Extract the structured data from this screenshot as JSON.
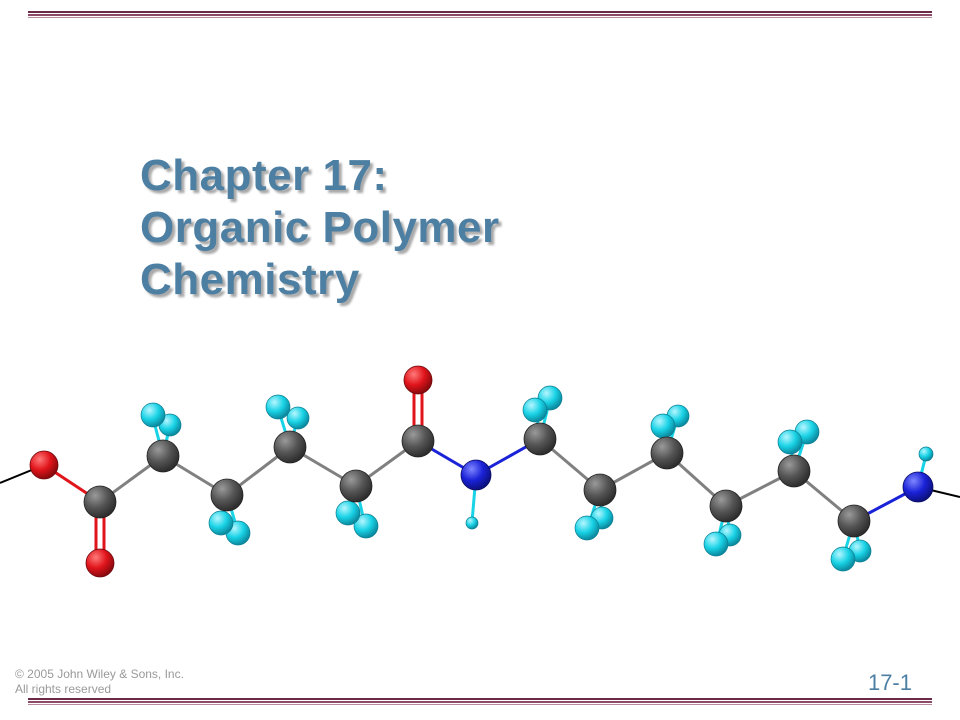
{
  "slide": {
    "title_lines": [
      "Chapter 17:",
      "Organic Polymer",
      "Chemistry"
    ],
    "copyright_line1": "© 2005 John Wiley & Sons, Inc.",
    "copyright_line2": "All rights reserved",
    "slide_number": "17-1"
  },
  "colors": {
    "title": "#4d7fa3",
    "carbon": "#555555",
    "oxygen": "#e0141b",
    "nitrogen": "#1a22d8",
    "hydrogen": "#19d3e6",
    "rule": "#6b2a4a"
  },
  "illustration": {
    "name": "polyamide-chain-ball-and-stick-model"
  }
}
